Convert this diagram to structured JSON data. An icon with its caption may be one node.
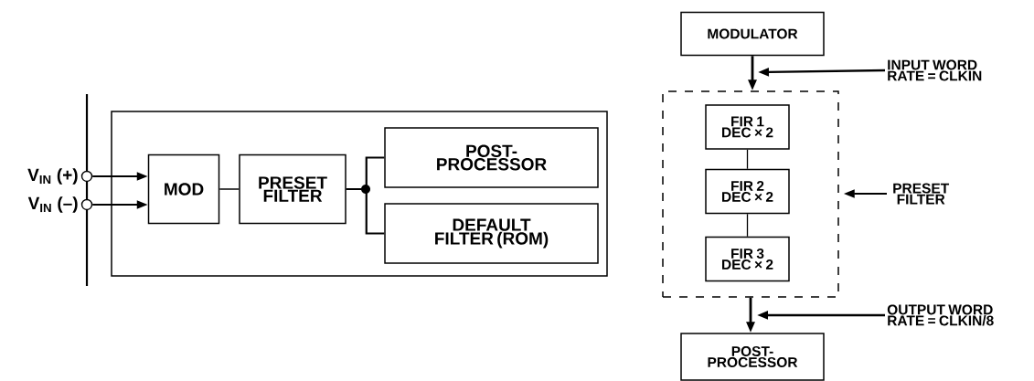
{
  "diagram": {
    "nodes": [
      {
        "text": [],
        "shape": "box"
      },
      {
        "text": [
          "MOD"
        ],
        "in": 0
      },
      {
        "text": [
          "PRESET FILTER"
        ],
        "in": 0
      },
      {
        "text": [
          "POST- PROCESSOR"
        ],
        "in": 0
      },
      {
        "text": [
          "DEFAULT FILTER (ROM)"
        ],
        "in": 0
      },
      {
        "text": [],
        "shape": "circle",
        "beside": [
          "V$_{IN}$ (+)"
        ]
      },
      {
        "text": [],
        "shape": "circle",
        "beside": [
          "V$_{IN}$ (–)"
        ]
      },
      {
        "text": [
          "MODULATOR"
        ]
      },
      {
        "text": [],
        "shape": "box"
      },
      {
        "text": [
          "FIR 1 DEC × 2"
        ],
        "in": 8
      },
      {
        "text": [
          "FIR 2 DEC × 2"
        ],
        "in": 8
      },
      {
        "text": [
          "FIR 3 DEC × 2"
        ],
        "in": 8
      },
      {
        "text": [
          "POST- PROCESSOR"
        ]
      },
      {
        "text": [
          "INPUT WORD RATE = CLKIN"
        ]
      },
      {
        "text": [
          "PRESET FILTER"
        ]
      },
      {
        "text": [
          "OUTPUT WORD RATE = CLKIN/8"
        ]
      }
    ],
    "edges": [
      {
        "from": 5,
        "to": 1,
        "arrow": "to"
      },
      {
        "from": 6,
        "to": 1,
        "arrow": "to"
      },
      {
        "from": 1,
        "to": 2,
        "arrow": "none"
      },
      {
        "from": 2,
        "to": 3,
        "arrow": "none"
      },
      {
        "from": 2,
        "to": 4,
        "arrow": "none"
      },
      {
        "from": 7,
        "to": 8,
        "arrow": "to"
      },
      {
        "from": 9,
        "to": 10,
        "arrow": "none"
      },
      {
        "from": 10,
        "to": 11,
        "arrow": "none"
      },
      {
        "from": 8,
        "to": 12,
        "arrow": "to"
      },
      {
        "from": 13,
        "to": null,
        "arrow": "to"
      },
      {
        "from": 14,
        "to": 8,
        "arrow": "to"
      },
      {
        "from": 15,
        "to": null,
        "arrow": "to"
      }
    ]
  }
}
